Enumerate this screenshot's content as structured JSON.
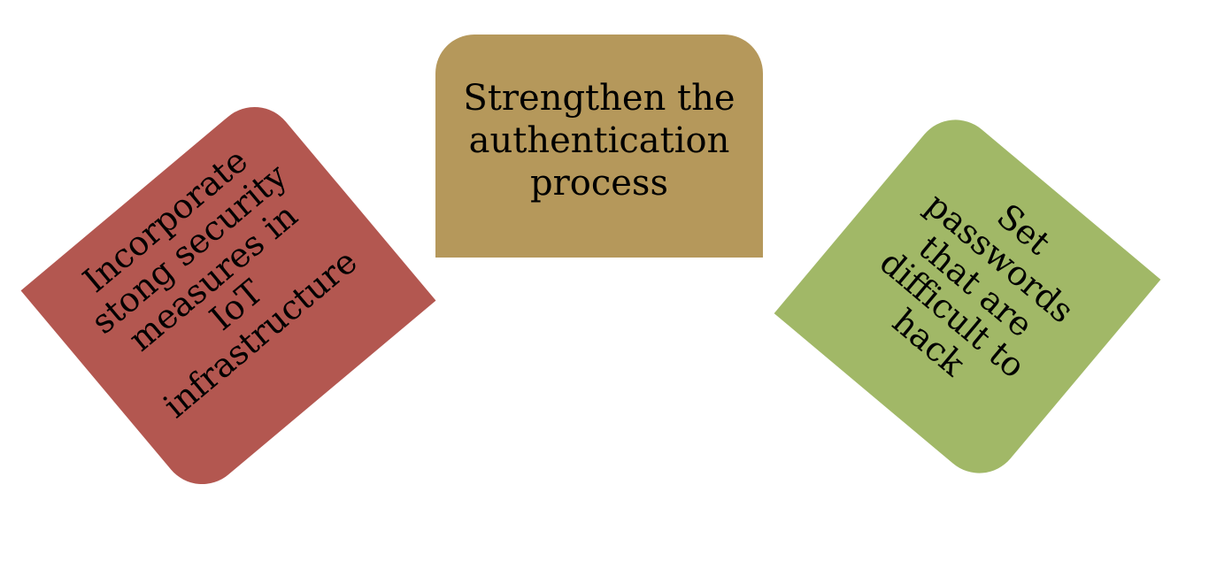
{
  "diagram": {
    "boxes": [
      {
        "id": "left",
        "label": "Incorporate stong security measures in IoT infrastructure",
        "color": "#b35750"
      },
      {
        "id": "center",
        "label": "Strengthen the authentication process",
        "color": "#b5985b"
      },
      {
        "id": "right",
        "label": "Set passwords that are difficult to hack",
        "color": "#a1b867"
      }
    ]
  }
}
